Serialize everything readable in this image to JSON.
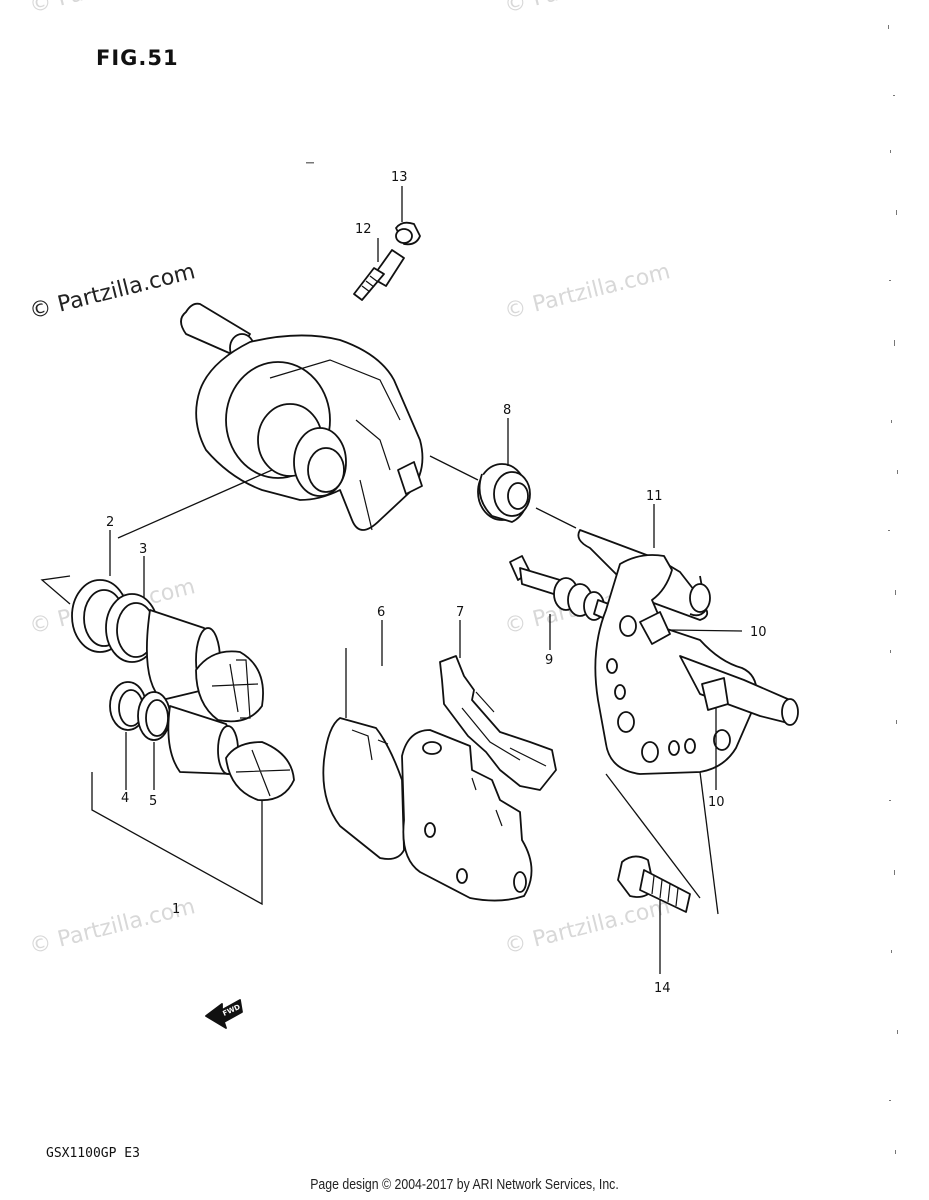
{
  "figure": {
    "title": "FIG.51"
  },
  "model_code": "GSX1100GP  E3",
  "footer": "Page design © 2004-2017 by ARI Network Services, Inc.",
  "watermark": "© Partzilla.com",
  "fwd_label": "FWD",
  "callouts": {
    "c1": "1",
    "c2": "2",
    "c3": "3",
    "c4": "4",
    "c5": "5",
    "c6": "6",
    "c7": "7",
    "c8": "8",
    "c9": "9",
    "c10a": "10",
    "c10b": "10",
    "c11": "11",
    "c12": "12",
    "c13": "13",
    "c14": "14"
  }
}
